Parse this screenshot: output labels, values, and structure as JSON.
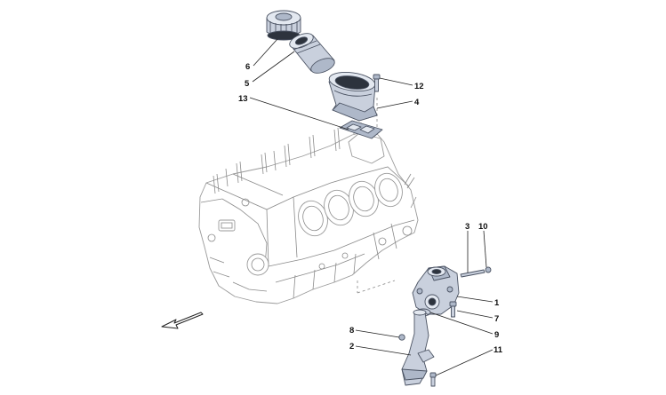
{
  "diagram": {
    "colors": {
      "part_fill": "#c9d0dd",
      "part_shade": "#aeb8c9",
      "part_stroke": "#4a5262",
      "engine_line": "#9a9a9a",
      "label": "#111111"
    },
    "callouts": [
      {
        "id": "6",
        "label": "6"
      },
      {
        "id": "5",
        "label": "5"
      },
      {
        "id": "12",
        "label": "12"
      },
      {
        "id": "4",
        "label": "4"
      },
      {
        "id": "13",
        "label": "13"
      },
      {
        "id": "3",
        "label": "3"
      },
      {
        "id": "10",
        "label": "10"
      },
      {
        "id": "1",
        "label": "1"
      },
      {
        "id": "7",
        "label": "7"
      },
      {
        "id": "8",
        "label": "8"
      },
      {
        "id": "9",
        "label": "9"
      },
      {
        "id": "2",
        "label": "2"
      },
      {
        "id": "11",
        "label": "11"
      }
    ],
    "icons": {
      "direction_arrow": "front-direction-arrow-icon"
    }
  }
}
